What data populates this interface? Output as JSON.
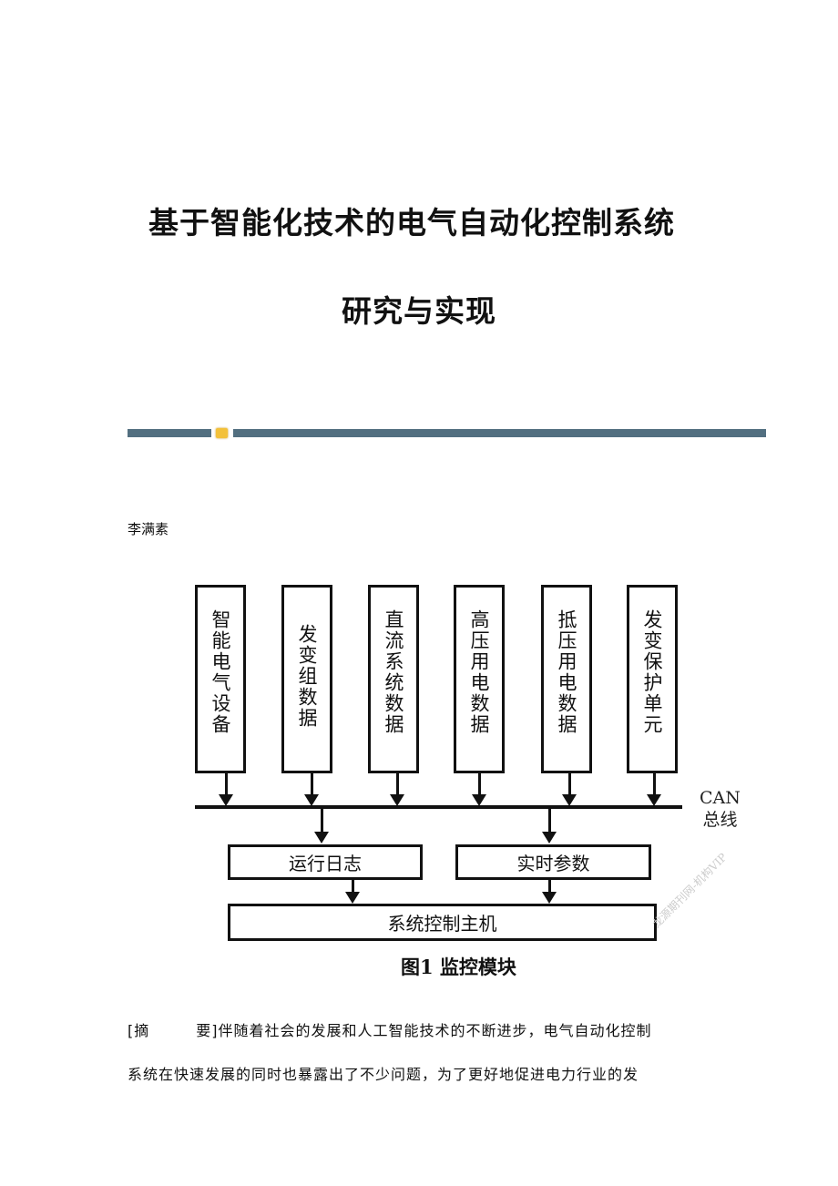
{
  "title_line1": "基于智能化技术的电气自动化控制系统",
  "title_line2": "研究与实现",
  "author": "李满素",
  "figure": {
    "top_boxes": [
      "智能电气设备",
      "发变组数据",
      "直流系统数据",
      "高压用电数据",
      "抵压用电数据",
      "发变保护单元"
    ],
    "bus_label_1": "CAN",
    "bus_label_2": "总线",
    "mid_boxes": [
      "运行日志",
      "实时参数"
    ],
    "bottom_box": "系统控制主机",
    "caption": "图1  监控模块",
    "watermark": "龙源期刊网-机构VIP"
  },
  "abstract_label": "[摘　　　要]",
  "abstract_line1": "伴随着社会的发展和人工智能技术的不断进步，电气自动化控制",
  "abstract_line2": "系统在快速发展的同时也暴露出了不少问题，为了更好地促进电力行业的发"
}
